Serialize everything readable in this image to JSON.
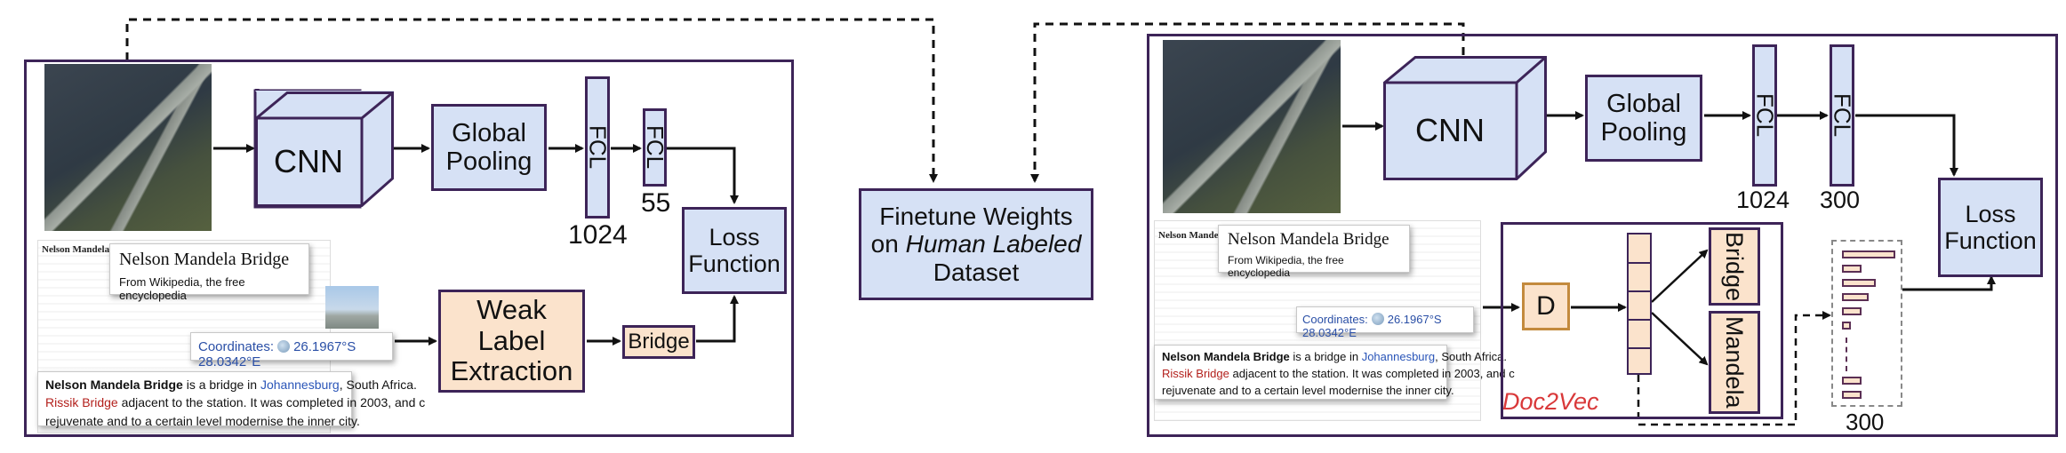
{
  "left": {
    "cnn": "CNN",
    "global_pooling": [
      "Global",
      "Pooling"
    ],
    "fcl1": "FCL",
    "fcl1_size": "1024",
    "fcl2": "FCL",
    "fcl2_size": "55",
    "loss": [
      "Loss",
      "Function"
    ],
    "weak_label": [
      "Weak",
      "Label",
      "Extraction"
    ],
    "label_out": "Bridge"
  },
  "middle": {
    "finetune_line1": "Finetune  Weights",
    "finetune_line2_prefix": "on ",
    "finetune_line2_italic": "Human Labeled",
    "finetune_line3": "Dataset"
  },
  "right": {
    "cnn": "CNN",
    "global_pooling": [
      "Global",
      "Pooling"
    ],
    "fcl1": "FCL",
    "fcl1_size": "1024",
    "fcl2": "FCL",
    "fcl2_size": "300",
    "loss": [
      "Loss",
      "Function"
    ],
    "d_box": "D",
    "word1": "Bridge",
    "word2": "Mandela",
    "doc2vec": "Doc2Vec",
    "hist_size": "300"
  },
  "wiki": {
    "page_title": "Nelson Mandela Bridge",
    "card_title": "Nelson Mandela Bridge",
    "card_sub": "From Wikipedia, the free encyclopedia",
    "coordinates_label": "Coordinates:",
    "coordinates_value": "26.1967°S 28.0342°E",
    "para": {
      "bold": "Nelson Mandela Bridge",
      "t1": " is a bridge in ",
      "link1": "Johannesburg",
      "t2": ", South Africa.",
      "link2": "Rissik Bridge",
      "t3": " adjacent to the station. It was completed in 2003, and c",
      "t4": "rejuvenate and to a certain level modernise the inner city."
    }
  },
  "colors": {
    "box_blue": "#d6e1f5",
    "box_peach": "#fbe3cc",
    "panel_border": "#3d2458",
    "doc2vec_label": "#d9393a"
  }
}
